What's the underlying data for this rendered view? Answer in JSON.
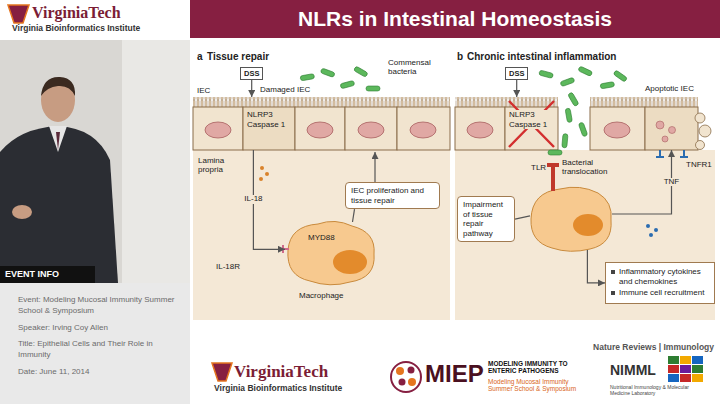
{
  "diagram": {
    "title": "NLRs in Intestinal Homeostasis",
    "nodes": [
      {
        "text": [
          "DSS"
        ]
      },
      {
        "text": [
          "Damaged IEC",
          "NLRP3 Caspase 1"
        ]
      },
      {
        "text": [
          "IEC proliferation and tissue repair"
        ]
      },
      {
        "text": [
          "Macrophage"
        ]
      },
      {
        "text": [
          "DSS"
        ]
      },
      {
        "text": [
          "NLRP3 Caspase 1"
        ]
      },
      {
        "text": [
          "Apoptotic IEC"
        ]
      },
      {
        "text": [
          "TLR"
        ]
      },
      {
        "text": [
          "Impairment of tissue repair pathway"
        ]
      },
      {
        "text": [
          "Inflammatory cytokines and chemokines",
          "Immune cell recruitment"
        ]
      },
      {
        "text": [
          "EVENT INFO"
        ]
      },
      {
        "text": [
          "Event: Modeling Mucosal Immunity Summer School & Symposium",
          "Speaker: Irving Coy Allen",
          "Title: Epithelial Cells and Their Role in Immunity",
          "Date: June 11, 2014"
        ]
      }
    ],
    "edges": [
      {
        "from": 0,
        "to": 1,
        "arrow": "to"
      },
      {
        "from": 1,
        "to": 3,
        "label": "IL-18",
        "arrow": "to"
      },
      {
        "from": 3,
        "to": 2,
        "arrow": "none"
      },
      {
        "from": 4,
        "to": 5,
        "arrow": "to"
      },
      {
        "from": 7,
        "to": 8,
        "arrow": "none"
      },
      {
        "from": 7,
        "to": 6,
        "label": "TNF",
        "arrow": "to"
      },
      {
        "from": 7,
        "to": 9,
        "arrow": "to"
      }
    ],
    "labels": [
      "VirginiaTech",
      "Virginia Bioinformatics Institute",
      "a",
      "Tissue repair",
      "Commensal bacteria",
      "IEC",
      "Lamina propria",
      "MYD88",
      "IL-18R",
      "b",
      "Chronic intestinal inflammation",
      "Bacterial translocation",
      "TNFR1",
      "Nature Reviews | Immunology",
      "VirginiaTech",
      "Virginia Bioinformatics Institute",
      "MIEP",
      "MODELING IMMUNITY TO ENTERIC PATHOGENS",
      "Modeling Mucosal Immunity Summer School & Symposium",
      "NIMML",
      "Nutritional Immunology & Molecular Medicine Laboratory"
    ]
  }
}
